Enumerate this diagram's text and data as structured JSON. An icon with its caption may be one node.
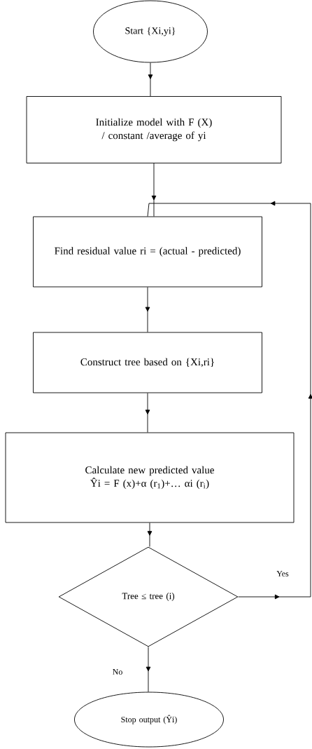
{
  "diagram": {
    "nodes": [
      {
        "text": [
          "Start {Xi,yi}"
        ]
      },
      {
        "text": [
          "Initialize model with F (X) / constant /average of yi"
        ]
      },
      {
        "text": [
          "Find residual value ri = (actual - predicted)"
        ]
      },
      {
        "text": [
          "Construct tree based on {Xi,ri}"
        ]
      },
      {
        "text": [
          "Calculate new predicted value Ŷi = F (x)+α (r$_{1}$)+… αi (r$_{i}$)"
        ]
      },
      {
        "text": [
          "Tree ≤ tree (i)"
        ]
      },
      {
        "text": [
          "Stop output (Ŷi)"
        ]
      }
    ],
    "edges": [
      {
        "from": 0,
        "to": 1,
        "arrow": "to"
      },
      {
        "from": 1,
        "to": 2,
        "arrow": "to"
      },
      {
        "from": 2,
        "to": 3,
        "arrow": "to"
      },
      {
        "from": 3,
        "to": 4,
        "arrow": "to"
      },
      {
        "from": 4,
        "to": 5,
        "arrow": "to"
      },
      {
        "from": 5,
        "to": 2,
        "arrow": "to",
        "label": "Yes"
      },
      {
        "from": 5,
        "to": 6,
        "arrow": "to",
        "label": "No"
      }
    ]
  }
}
